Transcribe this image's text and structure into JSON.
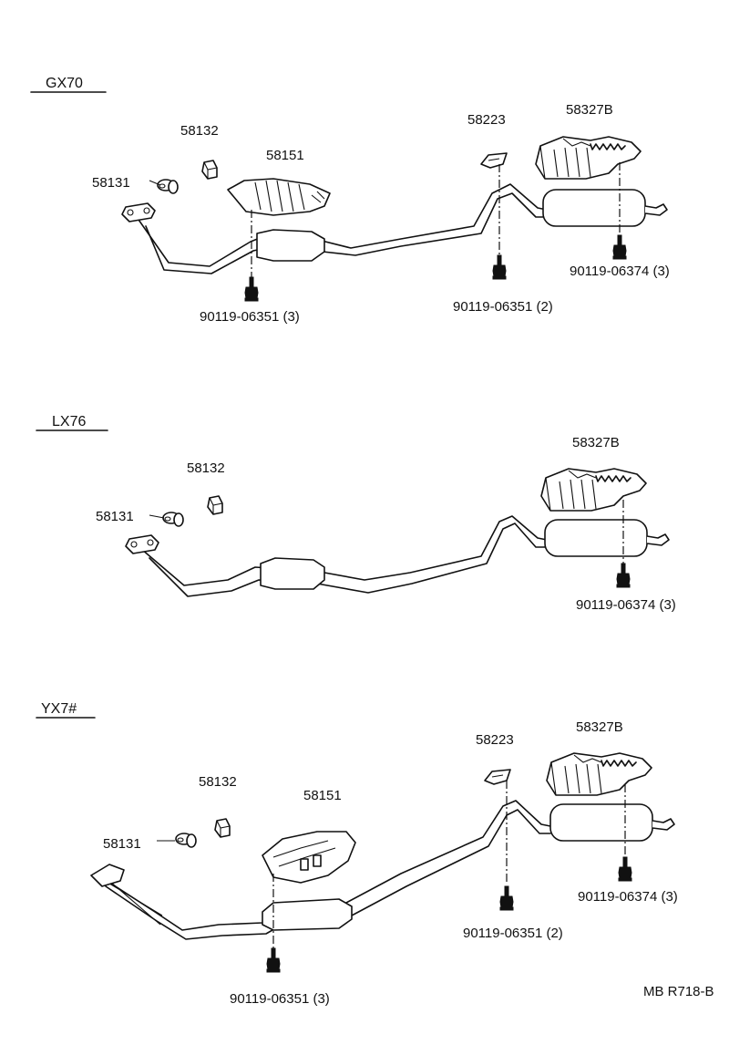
{
  "sections": [
    {
      "model": "GX70",
      "parts": {
        "p58132": "58132",
        "p58131": "58131",
        "p58151": "58151",
        "p58223": "58223",
        "p58327B": "58327B",
        "bolt_front": "90119-06351  (3)",
        "bolt_center": "90119-06351  (2)",
        "bolt_rear": "90119-06374  (3)"
      }
    },
    {
      "model": "LX76",
      "parts": {
        "p58132": "58132",
        "p58131": "58131",
        "p58327B": "58327B",
        "bolt_rear": "90119-06374  (3)"
      }
    },
    {
      "model": "YX7#",
      "parts": {
        "p58132": "58132",
        "p58131": "58131",
        "p58151": "58151",
        "p58223": "58223",
        "p58327B": "58327B",
        "bolt_front": "90119-06351  (3)",
        "bolt_center": "90119-06351  (2)",
        "bolt_rear": "90119-06374  (3)"
      }
    }
  ],
  "footer_code": "MB R718-B"
}
